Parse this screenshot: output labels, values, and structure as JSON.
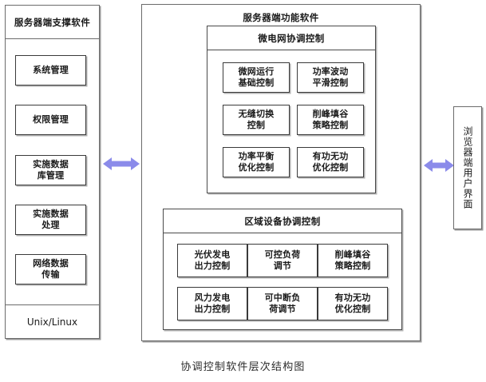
{
  "caption": "协调控制软件层次结构图",
  "arrow_color": "#8b8bea",
  "left_panel": {
    "title": "服务器端支撑软件",
    "items": [
      {
        "label": "系统管理"
      },
      {
        "label": "权限管理"
      },
      {
        "label": "实施数据\n库管理"
      },
      {
        "label": "实施数据\n处理"
      },
      {
        "label": "网络数据\n传输"
      }
    ],
    "os_label": "Unix/Linux"
  },
  "center_panel": {
    "title": "服务器端功能软件",
    "microgrid_section": {
      "title": "微电网协调控制",
      "cells": [
        {
          "label": "微网运行\n基础控制"
        },
        {
          "label": "功率波动\n平滑控制"
        },
        {
          "label": "无缝切换\n控制"
        },
        {
          "label": "削峰填谷\n策略控制"
        },
        {
          "label": "功率平衡\n优化控制"
        },
        {
          "label": "有功无功\n优化控制"
        }
      ]
    },
    "area_section": {
      "title": "区域设备协调控制",
      "cells": [
        {
          "label": "光伏发电\n出力控制"
        },
        {
          "label": "可控负荷\n调节"
        },
        {
          "label": "削峰填谷\n策略控制"
        },
        {
          "label": "风力发电\n出力控制"
        },
        {
          "label": "可中断负\n荷调节"
        },
        {
          "label": "有功无功\n优化控制"
        }
      ]
    }
  },
  "right_panel": {
    "label": "浏览器端用户界面"
  },
  "connectors": [
    {
      "name": "support-to-function",
      "type": "bidirectional-arrow"
    },
    {
      "name": "function-to-browser",
      "type": "bidirectional-arrow"
    }
  ]
}
